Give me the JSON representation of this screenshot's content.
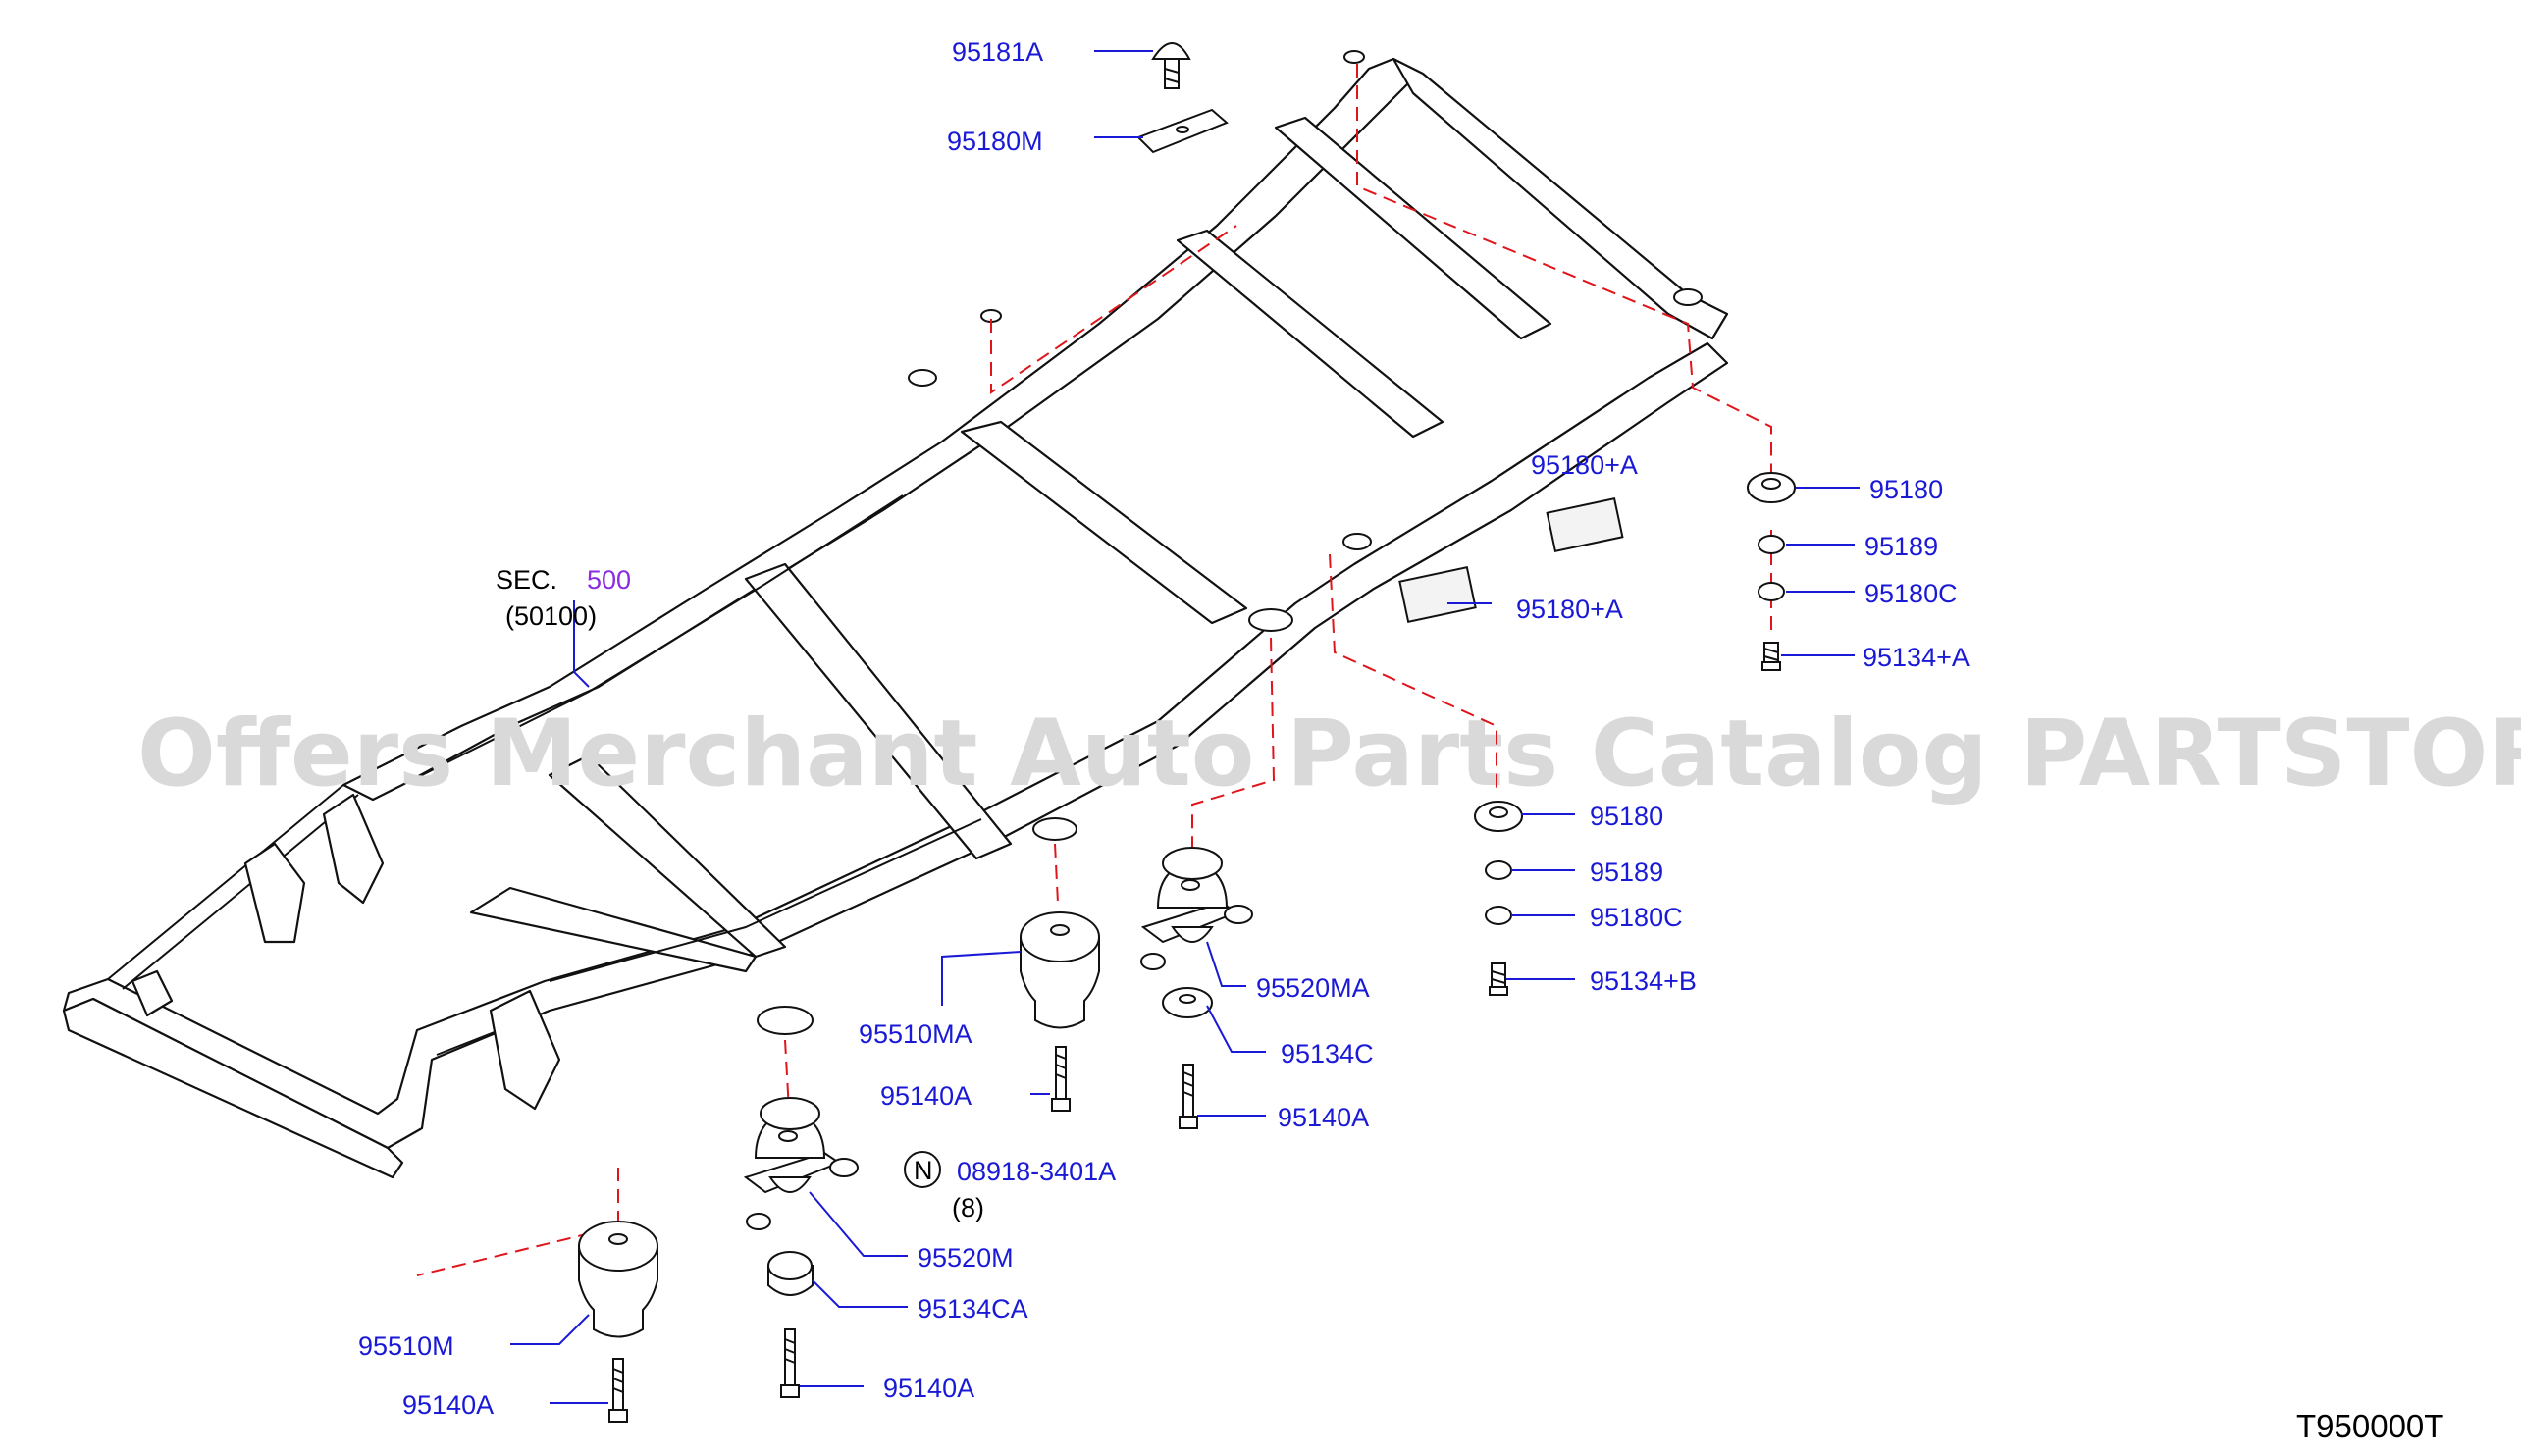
{
  "watermark": "Offers Merchant Auto Parts Catalog PARTSTORE.SA",
  "diagram_code": "T950000T",
  "section_ref": {
    "prefix": "SEC.",
    "number": "500",
    "code": "(50100)"
  },
  "notice": {
    "symbol": "N",
    "part": "08918-3401A",
    "qty": "(8)"
  },
  "labels": {
    "p95181A": "95181A",
    "p95180M": "95180M",
    "p95180A_1": "95180+A",
    "p95180A_2": "95180+A",
    "p95180_r": "95180",
    "p95189_r": "95189",
    "p95180C_r": "95180C",
    "p95134A": "95134+A",
    "p95180_m": "95180",
    "p95189_m": "95189",
    "p95180C_m": "95180C",
    "p95134B": "95134+B",
    "p95510MA": "95510MA",
    "p95520MA": "95520MA",
    "p95134C": "95134C",
    "p95140A_1": "95140A",
    "p95140A_2": "95140A",
    "p95520M": "95520M",
    "p95134CA": "95134CA",
    "p95140A_3": "95140A",
    "p95510M": "95510M",
    "p95140A_4": "95140A"
  },
  "colors": {
    "label": "#1a1ad6",
    "section_number": "#8a2be2",
    "centerline": "#e0151b",
    "watermark": "#d9d9d9"
  }
}
